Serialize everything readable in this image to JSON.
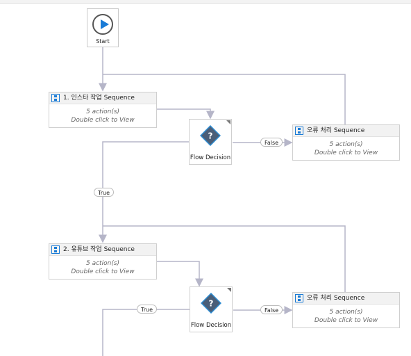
{
  "start": {
    "label": "Start"
  },
  "sequences": [
    {
      "title": "1. 인스타 작업 Sequence",
      "actions": "5 action(s)",
      "hint": "Double click to View"
    },
    {
      "title": "오류 처리 Sequence",
      "actions": "5 action(s)",
      "hint": "Double click to View"
    },
    {
      "title": "2. 유튜브 작업 Sequence",
      "actions": "5 action(s)",
      "hint": "Double click to View"
    },
    {
      "title": "오류 처리 Sequence",
      "actions": "5 action(s)",
      "hint": "Double click to View"
    }
  ],
  "decisions": [
    {
      "label": "Flow Decision"
    },
    {
      "label": "Flow Decision"
    }
  ],
  "branch_labels": {
    "true": "True",
    "false": "False"
  },
  "icons": {
    "start": "start-play-icon",
    "sequence": "sequence-icon",
    "decision": "flow-decision-icon"
  },
  "colors": {
    "play": "#1a7bd6",
    "connector": "#b5b5c8",
    "decision": "#4a5e78"
  }
}
